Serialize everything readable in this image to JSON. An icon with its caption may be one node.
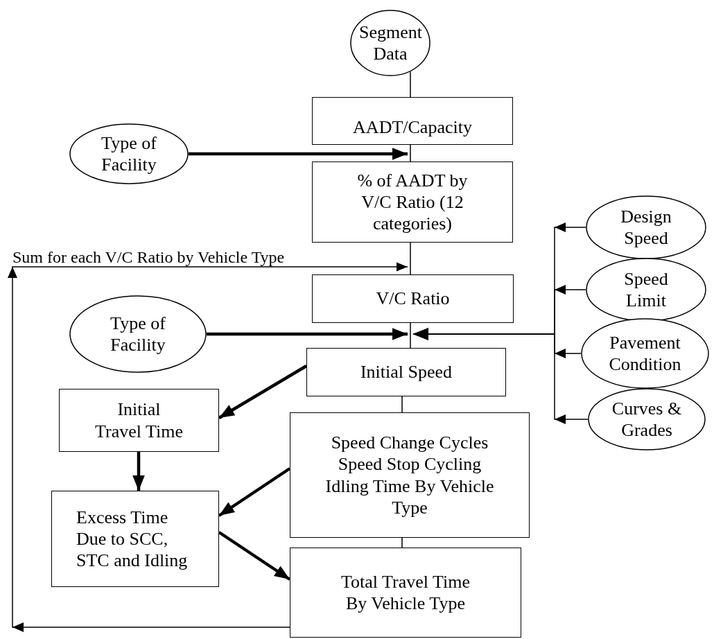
{
  "diagram": {
    "nodes": [
      {
        "text": [
          "Segment Data"
        ]
      },
      {
        "text": [
          "AADT/Capacity"
        ]
      },
      {
        "text": [
          "Type of Facility"
        ]
      },
      {
        "text": [
          "% of AADT by V/C Ratio (12 categories)"
        ]
      },
      {
        "text": [
          "V/C Ratio"
        ]
      },
      {
        "text": [
          "Type of Facility"
        ]
      },
      {
        "text": [
          "Initial Speed"
        ]
      },
      {
        "text": [
          "Initial Travel Time"
        ]
      },
      {
        "text": [
          "Speed Change Cycles Speed Stop Cycling Idling Time By Vehicle Type"
        ]
      },
      {
        "text": [
          "Excess Time Due to SCC, STC and Idling"
        ]
      },
      {
        "text": [
          "Total Travel Time By Vehicle Type"
        ]
      },
      {
        "text": [
          "Design Speed"
        ]
      },
      {
        "text": [
          "Speed Limit"
        ]
      },
      {
        "text": [
          "Pavement Condition"
        ]
      },
      {
        "text": [
          "Curves & Grades"
        ]
      }
    ],
    "edges": [
      {
        "from": 0,
        "to": 1,
        "arrow": "none"
      },
      {
        "from": 2,
        "to": 3,
        "arrow": "to",
        "style": "thick"
      },
      {
        "from": 1,
        "to": 3,
        "arrow": "none"
      },
      {
        "from": 3,
        "to": 4,
        "arrow": "none"
      },
      {
        "from": 10,
        "to": 4,
        "arrow": "to",
        "label": "Sum for each V/C Ratio by Vehicle Type"
      },
      {
        "from": 4,
        "to": 6,
        "arrow": "none"
      },
      {
        "from": 5,
        "to": 6,
        "arrow": "to",
        "style": "thick"
      },
      {
        "from": 11,
        "to": 6,
        "arrow": "to"
      },
      {
        "from": 12,
        "to": 6,
        "arrow": "to"
      },
      {
        "from": 13,
        "to": 6,
        "arrow": "to"
      },
      {
        "from": 14,
        "to": 6,
        "arrow": "to"
      },
      {
        "from": 6,
        "to": 7,
        "arrow": "to",
        "style": "thick"
      },
      {
        "from": 6,
        "to": 8,
        "arrow": "none"
      },
      {
        "from": 7,
        "to": 9,
        "arrow": "to",
        "style": "thick"
      },
      {
        "from": 8,
        "to": 9,
        "arrow": "to",
        "style": "thick"
      },
      {
        "from": 9,
        "to": 10,
        "arrow": "to",
        "style": "thick"
      },
      {
        "from": 8,
        "to": 10,
        "arrow": "none"
      }
    ]
  }
}
